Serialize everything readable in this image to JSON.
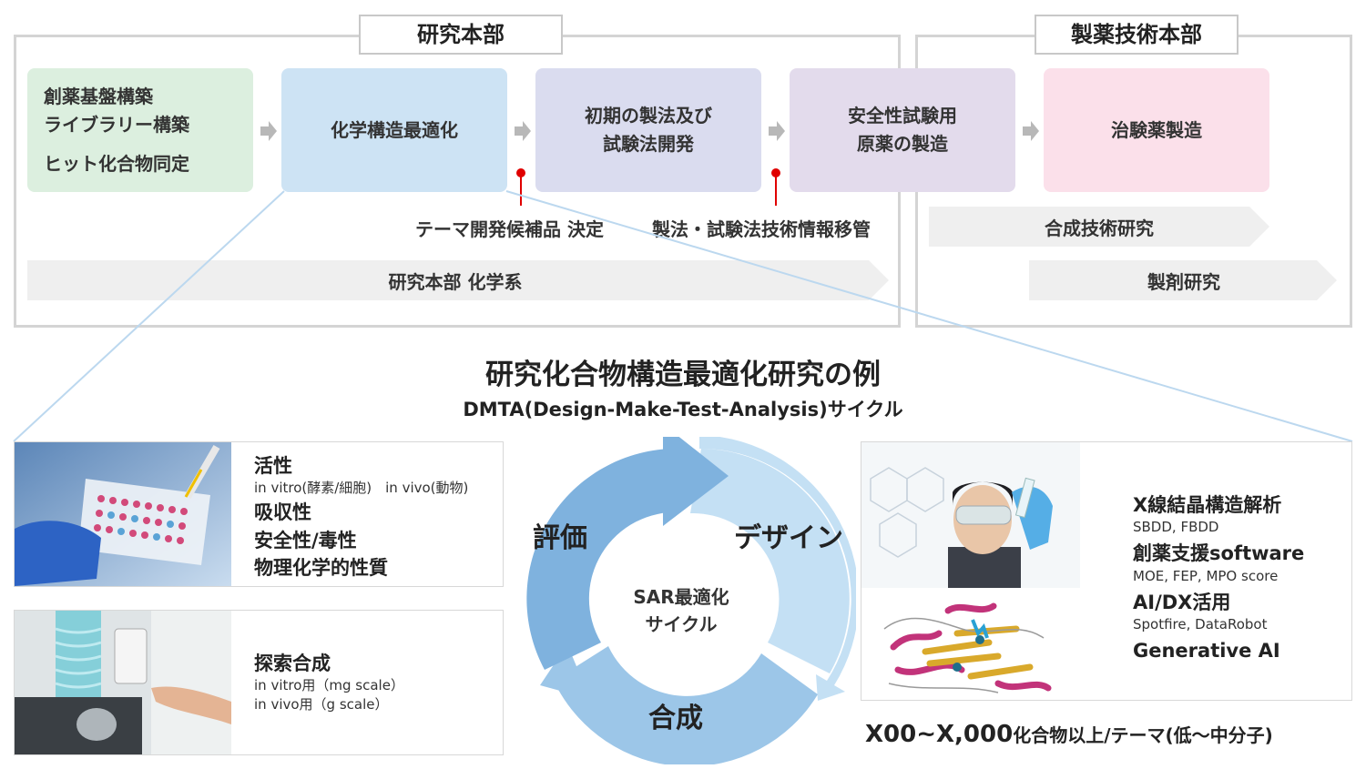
{
  "sections": {
    "research": "研究本部",
    "pharma_tech": "製薬技術本部"
  },
  "stages": [
    {
      "lines": [
        "創薬基盤構築",
        "ライブラリー構築",
        "ヒット化合物同定"
      ]
    },
    {
      "lines": [
        "化学構造最適化"
      ]
    },
    {
      "lines": [
        "初期の製法及び",
        "試験法開発"
      ]
    },
    {
      "lines": [
        "安全性試験用",
        "原薬の製造"
      ]
    },
    {
      "lines": [
        "治験薬製造"
      ]
    }
  ],
  "milestones": {
    "candidate": "テーマ開発候補品 決定",
    "transfer": "製法・試験法技術情報移管"
  },
  "bands": {
    "chem_research": "研究本部 化学系",
    "synthesis_tech": "合成技術研究",
    "formulation": "製剤研究"
  },
  "cycle": {
    "title": "研究化合物構造最適化研究の例",
    "subtitle": "DMTA(Design-Make-Test-Analysis)サイクル",
    "center_line1": "SAR最適化",
    "center_line2": "サイクル",
    "evaluate": "評価",
    "design": "デザイン",
    "synthesize": "合成"
  },
  "evaluation_card": {
    "items": [
      {
        "big": "活性",
        "small": "in vitro(酵素/細胞)　in vivo(動物)"
      },
      {
        "big": "吸収性",
        "small": ""
      },
      {
        "big": "安全性/毒性",
        "small": ""
      },
      {
        "big": "物理化学的性質",
        "small": ""
      }
    ]
  },
  "synthesis_card": {
    "title": "探索合成",
    "lines": [
      "in vitro用（mg scale）",
      "in vivo用（g scale）"
    ]
  },
  "design_card": {
    "items": [
      {
        "big": "X線結晶構造解析",
        "small": "SBDD, FBDD"
      },
      {
        "big": "創薬支援software",
        "small": "MOE, FEP, MPO score"
      },
      {
        "big": "AI/DX活用",
        "small": "Spotfire, DataRobot"
      },
      {
        "big": "Generative AI",
        "small": ""
      }
    ]
  },
  "scale_note": {
    "big": "X00~X,000",
    "small": "化合物以上/テーマ(低～中分子)"
  },
  "colors": {
    "stage1": "#dcefdf",
    "stage2": "#cde3f4",
    "stage3": "#dadcef",
    "stage4": "#e3dbec",
    "stage5": "#fbe0ea",
    "band": "#efefef",
    "cycle_dark": "#7fb2de",
    "cycle_mid": "#9cc6e8",
    "cycle_light": "#c4e0f4",
    "milestone_dot": "#e00000"
  }
}
